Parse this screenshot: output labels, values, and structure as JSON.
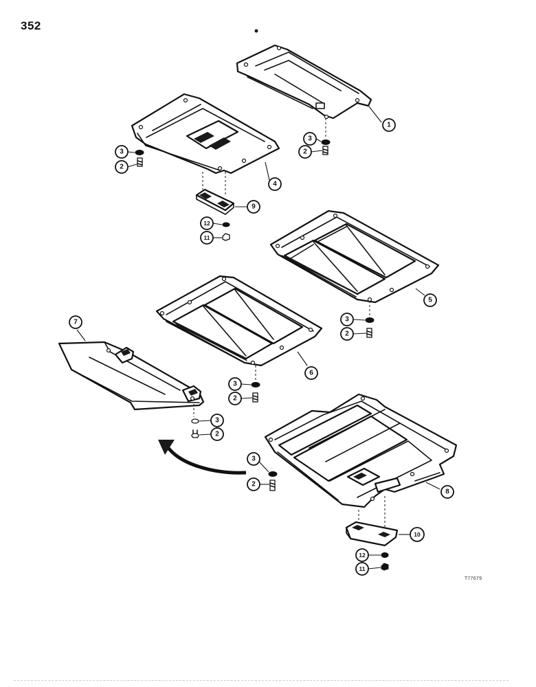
{
  "page": {
    "number": "352",
    "figure_code": "T77679"
  },
  "callouts": {
    "c1": "1",
    "c2a": "2",
    "c3a": "3",
    "c2b": "2",
    "c3b": "3",
    "c4": "4",
    "c9": "9",
    "c12a": "12",
    "c11a": "11",
    "c5": "5",
    "c3c": "3",
    "c2c": "2",
    "c6": "6",
    "c3d": "3",
    "c2d": "2",
    "c7": "7",
    "c3e": "3",
    "c2e": "2",
    "c3f": "3",
    "c2f": "2",
    "c8": "8",
    "c10": "10",
    "c12b": "12",
    "c11b": "11"
  }
}
